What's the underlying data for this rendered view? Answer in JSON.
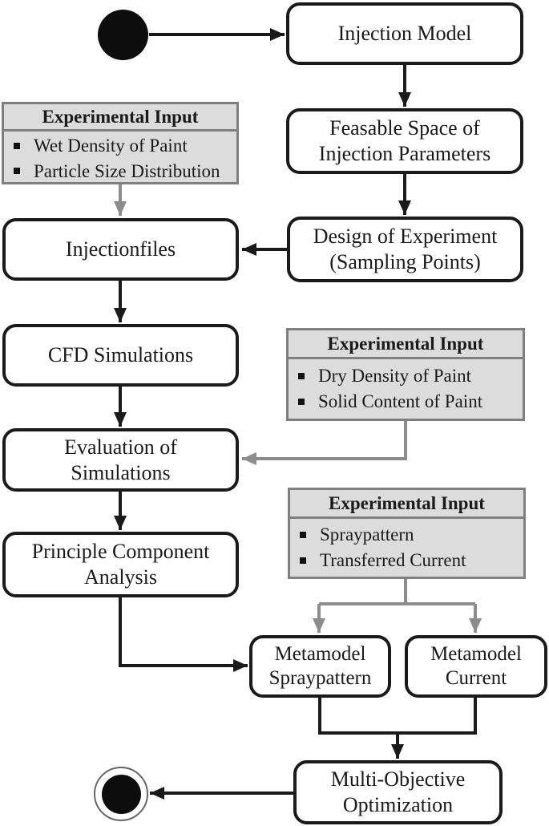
{
  "diagram": {
    "nodes": {
      "injection_model": "Injection Model",
      "feasable_space": "Feasable Space of Injection Parameters",
      "injectionfiles": "Injectionfiles",
      "design_of_experiment": "Design of Experiment (Sampling Points)",
      "cfd_simulations": "CFD Simulations",
      "evaluation_of_simulations": "Evaluation of Simulations",
      "principle_component_analysis": "Principle Component Analysis",
      "metamodel_spraypattern": "Metamodel Spraypattern",
      "metamodel_current": "Metamodel Current",
      "multi_objective_optimization": "Multi-Objective Optimization"
    },
    "panels": [
      {
        "title": "Experimental Input",
        "items": [
          "Wet Density of Paint",
          "Particle Size Distribution"
        ]
      },
      {
        "title": "Experimental Input",
        "items": [
          "Dry Density of Paint",
          "Solid Content of Paint"
        ]
      },
      {
        "title": "Experimental Input",
        "items": [
          "Spraypattern",
          "Transferred Current"
        ]
      }
    ],
    "colors": {
      "line_black": "#1a1a1a",
      "line_gray": "#8c8c8c",
      "panel_fill": "#dcdcdc",
      "panel_border": "#7f7f7f",
      "node_border": "#1a1a1a",
      "node_fill": "#ffffff"
    }
  }
}
